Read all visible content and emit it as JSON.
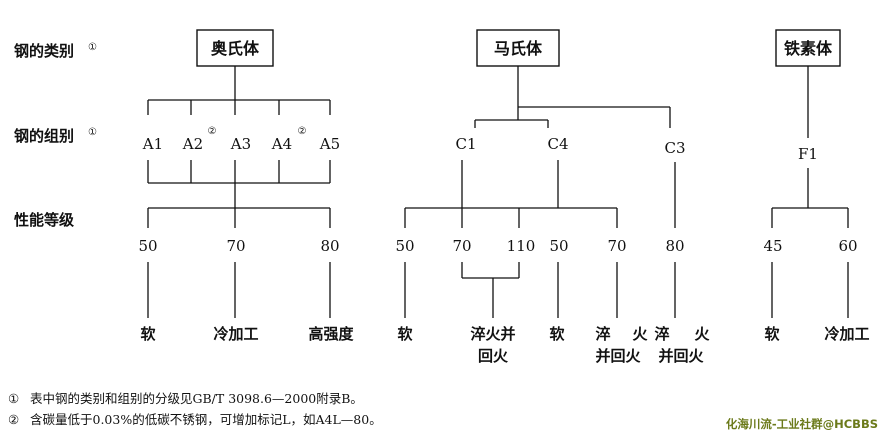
{
  "row_labels": {
    "category": "钢的类别",
    "group": "钢的组别",
    "property": "性能等级",
    "mark_1": "①"
  },
  "categories": {
    "austenitic": "奥氏体",
    "martensitic": "马氏体",
    "ferritic": "铁素体"
  },
  "groups": {
    "a1": "A1",
    "a2": "A2",
    "a3": "A3",
    "a4": "A4",
    "a5": "A5",
    "c1": "C1",
    "c4": "C4",
    "c3": "C3",
    "f1": "F1",
    "mark_2": "②"
  },
  "grades": {
    "a_50": "50",
    "a_70": "70",
    "a_80": "80",
    "c1_50": "50",
    "c1_70": "70",
    "c1_110": "110",
    "c4_50": "50",
    "c4_70": "70",
    "c3_80": "80",
    "f_45": "45",
    "f_60": "60"
  },
  "conditions": {
    "soft": "软",
    "cold_work": "冷加工",
    "high_strength": "高强度",
    "qt_line1": "淬火并",
    "qt_line2": "回火",
    "q_a": "淬",
    "h_a": "火",
    "qt_b2": "并回火"
  },
  "notes": {
    "n1_mark": "①",
    "n1": "表中钢的类别和组别的分级见GB/T 3098.6—2000附录B。",
    "n2_mark": "②",
    "n2": "含碳量低于0.03%的低碳不锈钢，可增加标记L，如A4L—80。"
  },
  "watermark": "化海川流-工业社群@HCBBS"
}
